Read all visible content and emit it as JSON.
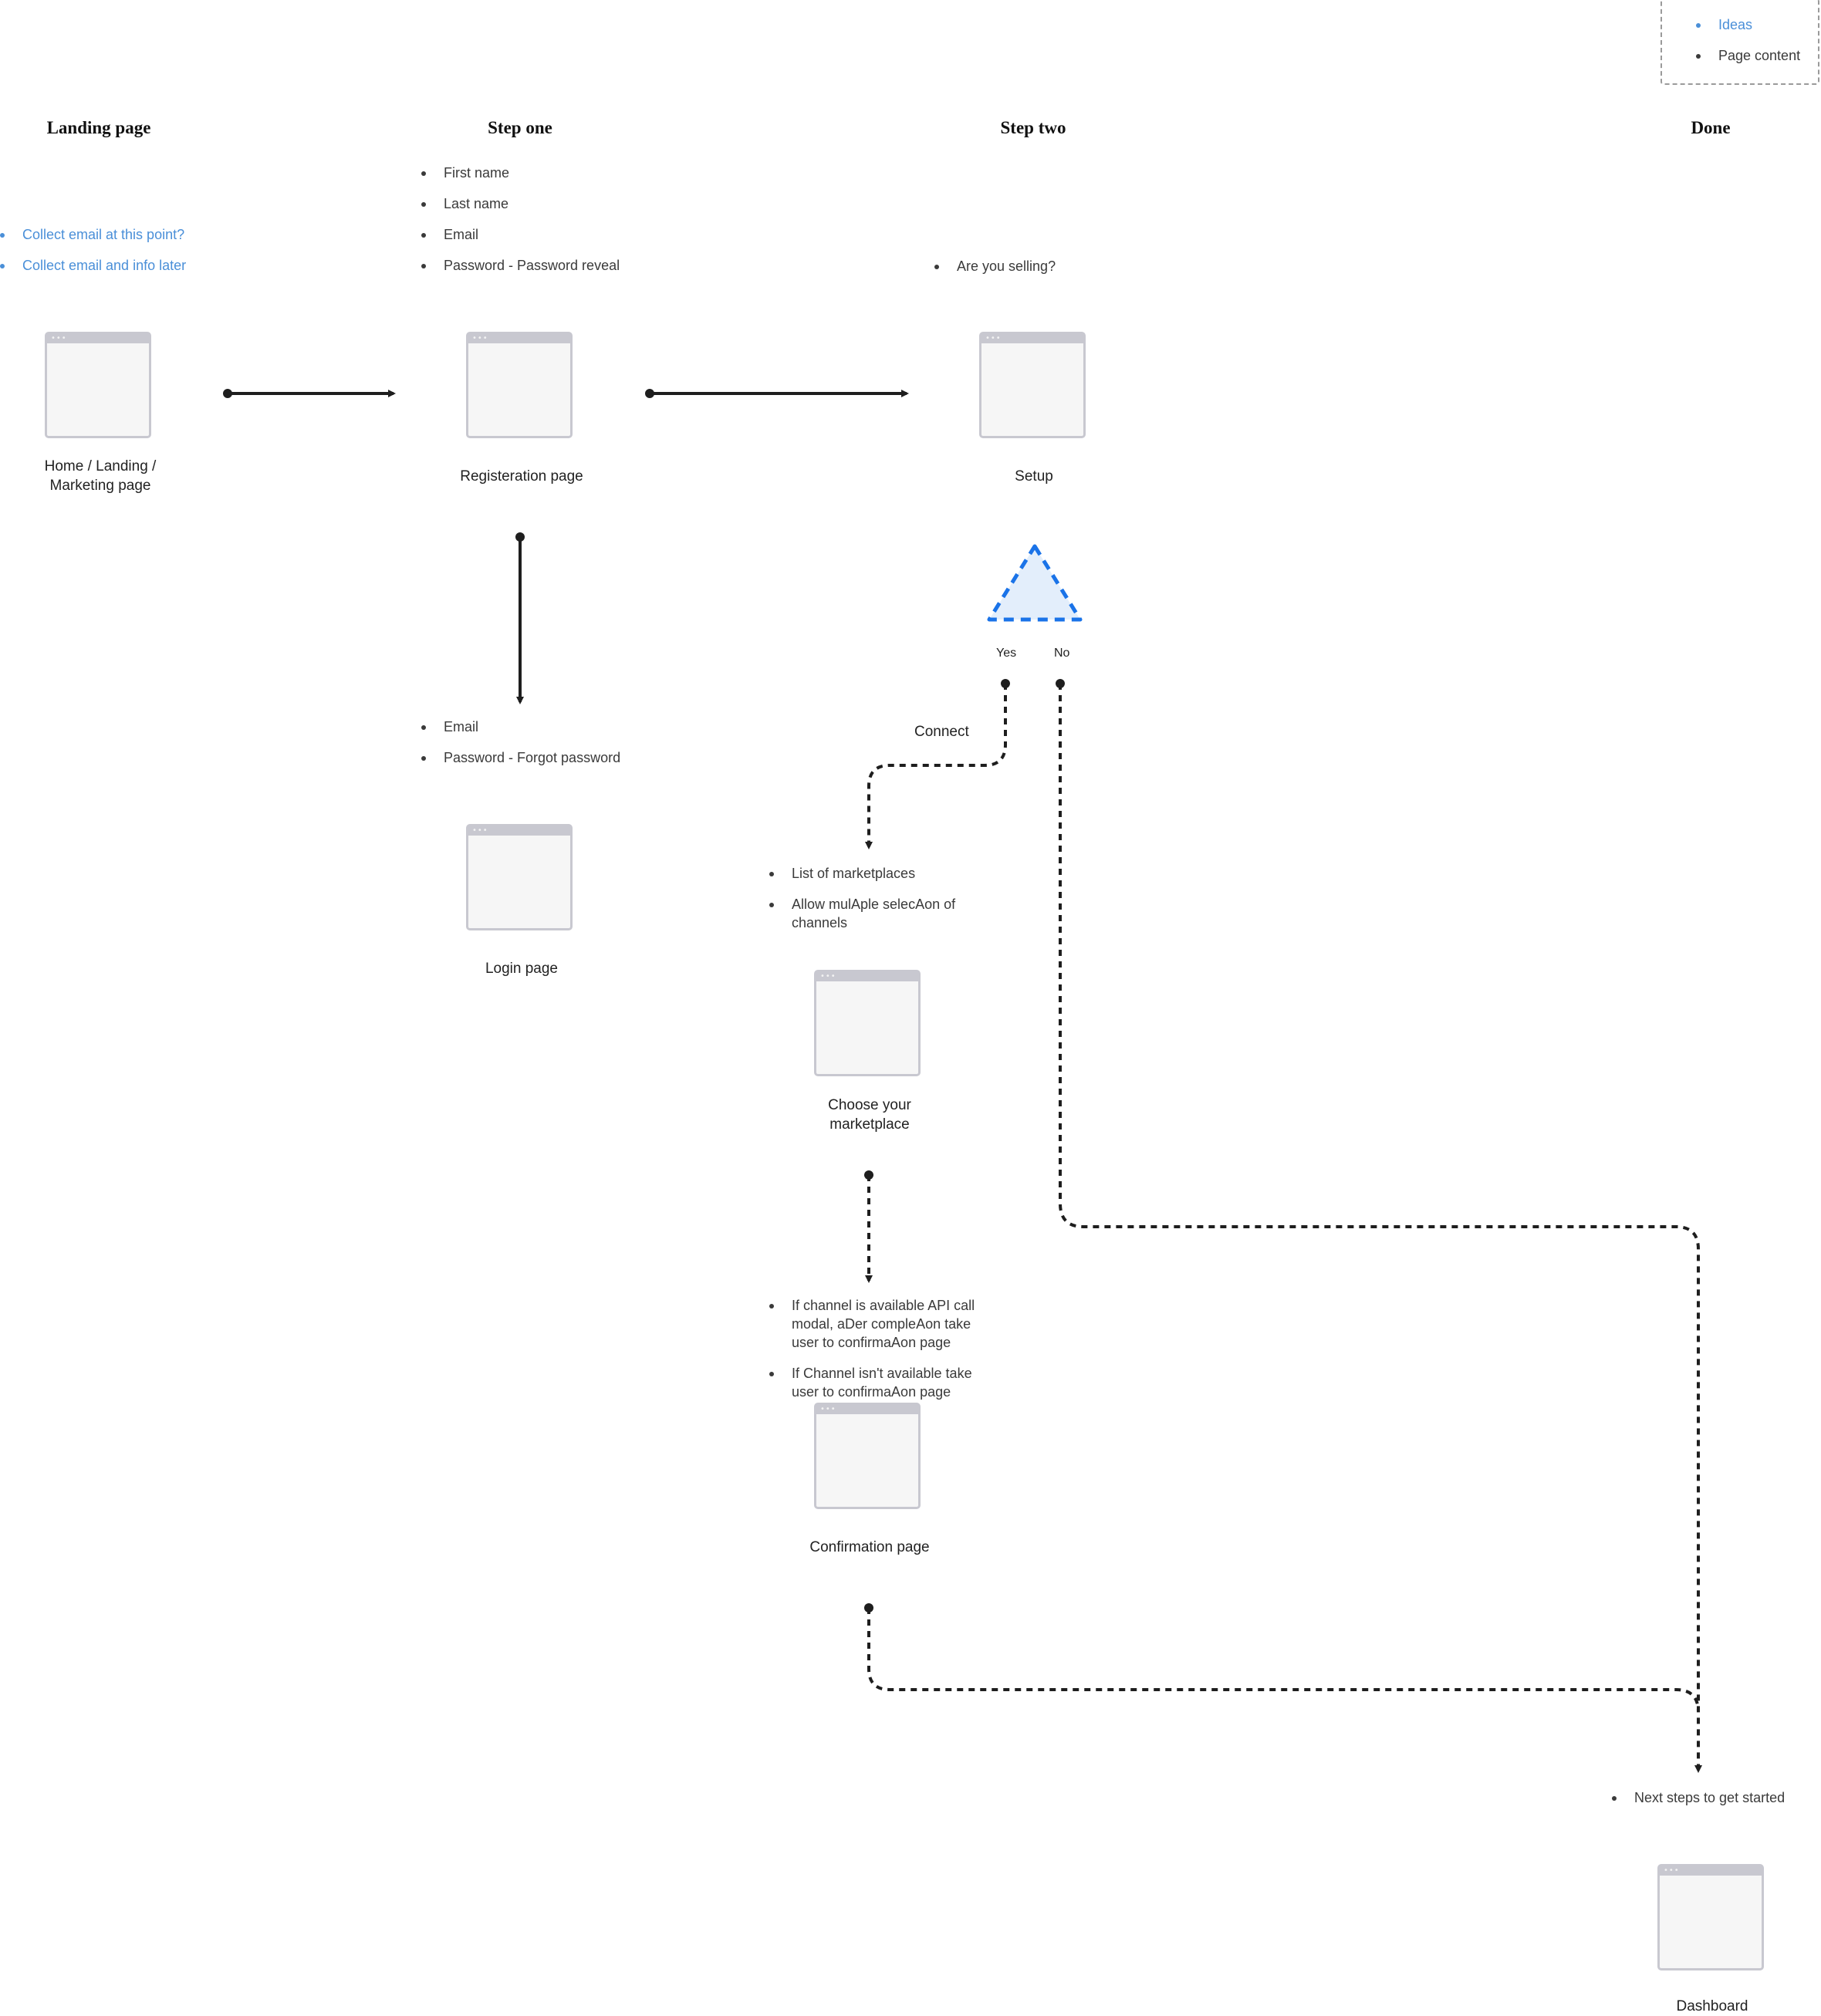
{
  "legend": {
    "ideas_label": "Ideas",
    "content_label": "Page content",
    "ideas_color": "#4a8fd8",
    "content_color": "#3a3a3a"
  },
  "columns": {
    "landing": "Landing page",
    "step_one": "Step one",
    "step_two": "Step two",
    "done": "Done"
  },
  "landing": {
    "ideas": [
      "Collect email at this point?",
      "Collect email and info later"
    ],
    "page_label_line1": "Home / Landing /",
    "page_label_line2": "Marketing page"
  },
  "registration": {
    "bullets": [
      "First name",
      "Last name",
      "Email",
      "Password - Password reveal"
    ],
    "page_label": "Registeration page"
  },
  "login": {
    "bullets": [
      "Email",
      "Password - Forgot password"
    ],
    "page_label": "Login page"
  },
  "setup": {
    "bullets": [
      "Are you selling?"
    ],
    "page_label": "Setup",
    "decision_color": "#1a73e8",
    "yes_label": "Yes",
    "no_label": "No"
  },
  "connect": {
    "label": "Connect"
  },
  "marketplace": {
    "bullets": [
      "List of marketplaces",
      "Allow mulAple selecAon of channels"
    ],
    "page_label_line1": "Choose your",
    "page_label_line2": "marketplace"
  },
  "confirmation": {
    "bullets": [
      "If channel is available API call modal, aDer compleAon take user to confirmaAon page",
      "If Channel isn't available take user to confirmaAon page"
    ],
    "page_label": "Confirmation page"
  },
  "dashboard": {
    "bullets": [
      "Next steps to get started"
    ],
    "page_label": "Dashboard"
  }
}
